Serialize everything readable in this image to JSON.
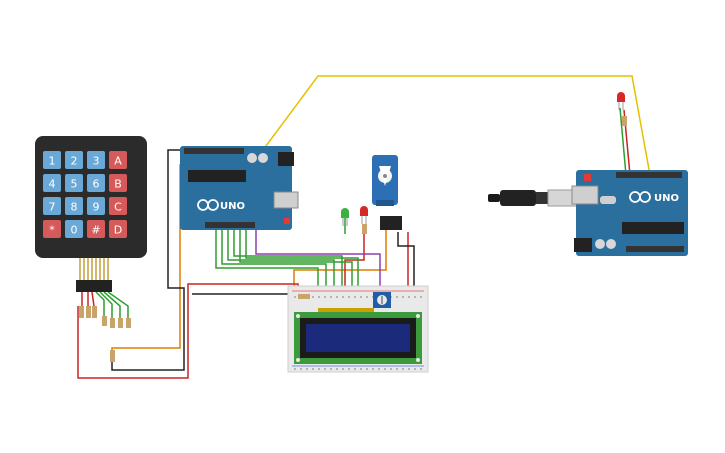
{
  "keypad": {
    "keys": [
      [
        "1",
        "2",
        "3",
        "A"
      ],
      [
        "4",
        "5",
        "6",
        "B"
      ],
      [
        "7",
        "8",
        "9",
        "C"
      ],
      [
        "*",
        "0",
        "#",
        "D"
      ]
    ]
  },
  "arduino_left": {
    "model_label": "UNO",
    "logo": "arduino-infinity-logo"
  },
  "arduino_right": {
    "model_label": "UNO",
    "logo": "arduino-infinity-logo"
  },
  "colors": {
    "keypad_body": "#2b2b2b",
    "digit_key": "#6aa8d8",
    "letter_key": "#d65a5a",
    "arduino_board": "#2b6f9e",
    "wire_yellow": "#e5c100",
    "wire_orange": "#e07b00",
    "wire_green": "#2f9e2f",
    "wire_red": "#cc2222",
    "wire_black": "#222222",
    "lcd_screen": "#1b2a7a",
    "breadboard": "#e9e9e9"
  }
}
